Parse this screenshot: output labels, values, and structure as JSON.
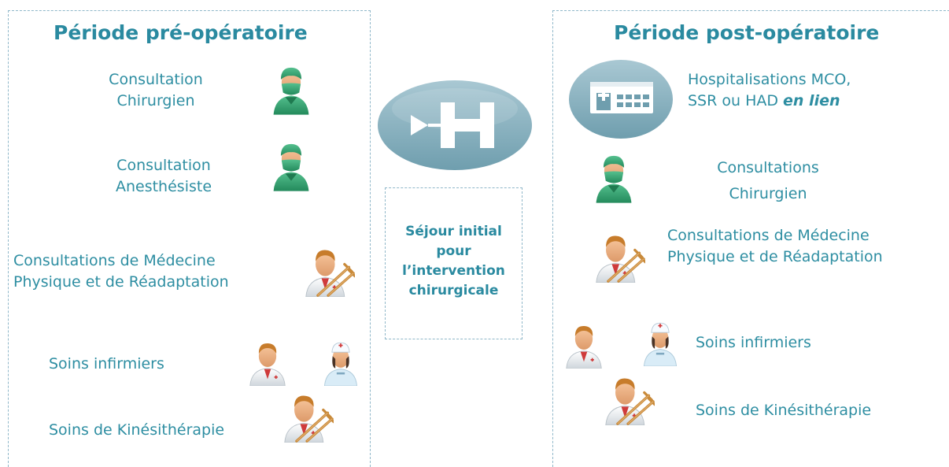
{
  "left": {
    "title": "Période pré-opératoire",
    "items": [
      {
        "lines": [
          "Consultation",
          "Chirurgien"
        ],
        "icons": [
          "surgeon-icon"
        ]
      },
      {
        "lines": [
          "Consultation",
          "Anesthésiste"
        ],
        "icons": [
          "surgeon-icon"
        ]
      },
      {
        "lines": [
          "Consultations de Médecine",
          "Physique et de Réadaptation"
        ],
        "icons": [
          "doctor-crutches-icon"
        ]
      },
      {
        "lines": [
          "Soins infirmiers"
        ],
        "icons": [
          "doctor-icon",
          "nurse-icon"
        ]
      },
      {
        "lines": [
          "Soins de Kinésithérapie"
        ],
        "icons": [
          "doctor-crutches-icon"
        ]
      }
    ]
  },
  "center": {
    "logo": "hospital-H-icon",
    "lines": [
      "Séjour initial",
      "pour",
      "l’intervention",
      "chirurgicale"
    ]
  },
  "right": {
    "title": "Période post-opératoire",
    "item1": {
      "line1": "Hospitalisations MCO,",
      "line2_pre": "SSR ou HAD ",
      "line2_em": "en lien",
      "icons": [
        "hospital-building-icon"
      ]
    },
    "items": [
      {
        "lines": [
          "Consultations",
          "Chirurgien"
        ],
        "icons": [
          "surgeon-icon"
        ]
      },
      {
        "lines": [
          "Consultations de Médecine",
          "Physique et de Réadaptation"
        ],
        "icons": [
          "doctor-crutches-icon"
        ]
      },
      {
        "lines": [
          "Soins infirmiers"
        ],
        "icons": [
          "doctor-icon",
          "nurse-icon"
        ]
      },
      {
        "lines": [
          "Soins de Kinésithérapie"
        ],
        "icons": [
          "doctor-crutches-icon"
        ]
      }
    ]
  },
  "colors": {
    "accent": "#2a8aa0",
    "border": "#8fb7c9",
    "logo": "#8ab3c1",
    "scrubs": "#3aa57a"
  }
}
